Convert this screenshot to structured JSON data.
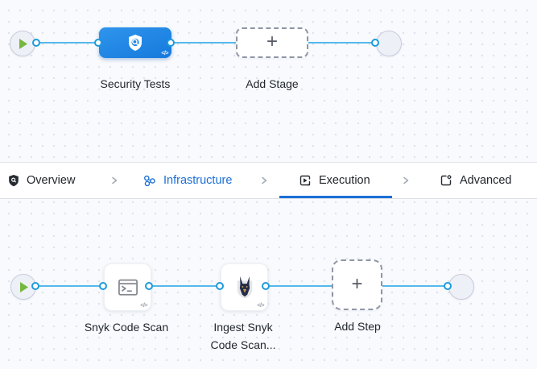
{
  "stage_canvas": {
    "stage": {
      "label": "Security Tests"
    },
    "add_stage": {
      "label": "Add Stage"
    }
  },
  "header_tabs": {
    "overview": {
      "label": "Overview"
    },
    "infrastructure": {
      "label": "Infrastructure"
    },
    "execution": {
      "label": "Execution"
    },
    "advanced": {
      "label": "Advanced"
    },
    "active": "Execution"
  },
  "execution_canvas": {
    "steps": [
      {
        "label": "Snyk Code Scan"
      },
      {
        "label": "Ingest Snyk Code Scan..."
      }
    ],
    "add_step": {
      "label": "Add Step"
    }
  },
  "glyphs": {
    "plus": "+",
    "code": "</>"
  },
  "icons": {
    "stage": "shield-scan-icon",
    "overview_tab": "shield-icon",
    "infrastructure_tab": "cluster-icon",
    "execution_tab": "play-box-icon",
    "advanced_tab": "file-gear-icon",
    "step1": "terminal-icon",
    "step2": "snyk-dog-icon",
    "start": "play-icon",
    "end": "stop-icon"
  },
  "colors": {
    "stage_blue": "#1d85e6",
    "connector_line": "#55b8eb",
    "port_ring": "#1d9bdc",
    "active_tab_underline": "#1b6fd6",
    "infrastructure_text": "#1a6fd4",
    "play_green": "#74b83e",
    "stop_gray": "#6b6e86",
    "canvas_bg": "#f8fafd"
  }
}
